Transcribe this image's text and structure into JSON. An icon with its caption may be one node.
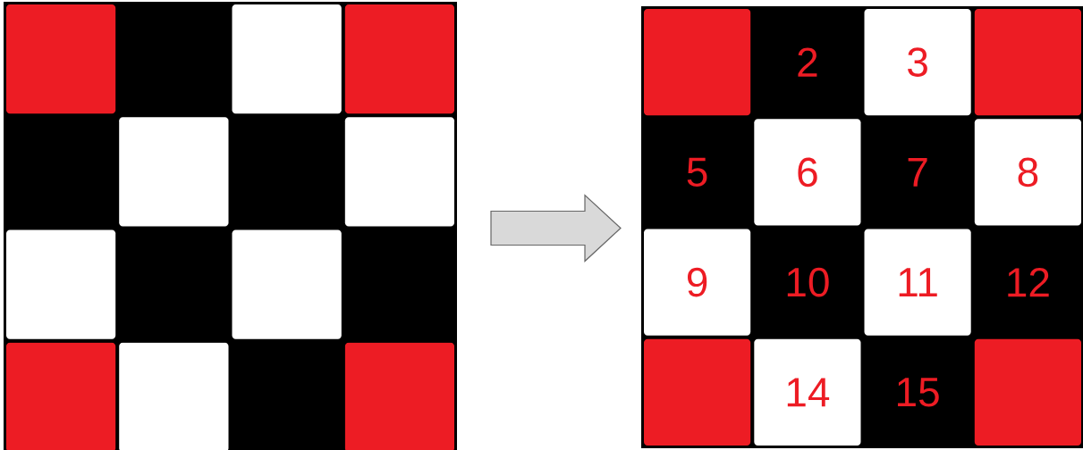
{
  "diagram": {
    "nodes": [
      {
        "text": [],
        "shape": "box"
      },
      {
        "text": [],
        "shape": "box"
      },
      {
        "text": [],
        "shape": "box",
        "in": 1
      },
      {
        "text": [
          "2"
        ],
        "in": 1
      },
      {
        "text": [
          "3"
        ],
        "in": 1
      },
      {
        "text": [],
        "shape": "box",
        "in": 1
      },
      {
        "text": [
          "5"
        ],
        "in": 1
      },
      {
        "text": [
          "6"
        ],
        "in": 1
      },
      {
        "text": [
          "7"
        ],
        "in": 1
      },
      {
        "text": [
          "8"
        ],
        "in": 1
      },
      {
        "text": [
          "9"
        ],
        "in": 1
      },
      {
        "text": [
          "10"
        ],
        "in": 1
      },
      {
        "text": [
          "11"
        ],
        "in": 1
      },
      {
        "text": [
          "12"
        ],
        "in": 1
      },
      {
        "text": [],
        "shape": "box",
        "in": 1
      },
      {
        "text": [
          "14"
        ],
        "in": 1
      },
      {
        "text": [
          "15"
        ],
        "in": 1
      },
      {
        "text": [],
        "shape": "box",
        "in": 1
      }
    ],
    "edges": [
      {
        "from": 0,
        "to": 1,
        "arrow": "to"
      }
    ]
  }
}
